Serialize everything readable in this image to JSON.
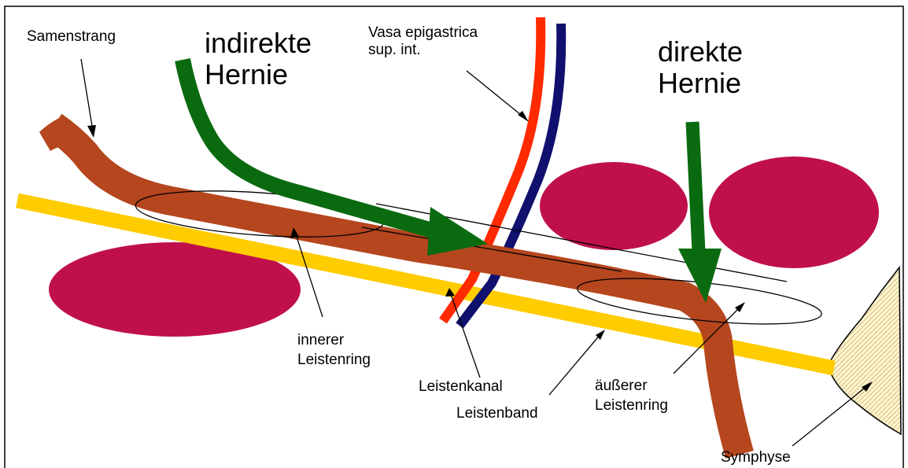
{
  "labels": {
    "samenstrang": "Samenstrang",
    "indirekte_line1": "indirekte",
    "indirekte_line2": "Hernie",
    "vasa_line1": "Vasa epigastrica",
    "vasa_line2": "sup. int.",
    "direkte_line1": "direkte",
    "direkte_line2": "Hernie",
    "innerer_line1": "innerer",
    "innerer_line2": "Leistenring",
    "leistenkanal": "Leistenkanal",
    "leistenband": "Leistenband",
    "aeusserer_line1": "äußerer",
    "aeusserer_line2": "Leistenring",
    "symphyse": "Symphyse"
  },
  "colors": {
    "spermatic_cord": "#b5461e",
    "ligament": "#ffcc00",
    "hernia_arrow": "#0a6a10",
    "muscle": "#c0104a",
    "artery": "#ff2a00",
    "vein": "#10106e",
    "symphysis_fill": "#fff5cc",
    "frame": "#000000"
  }
}
